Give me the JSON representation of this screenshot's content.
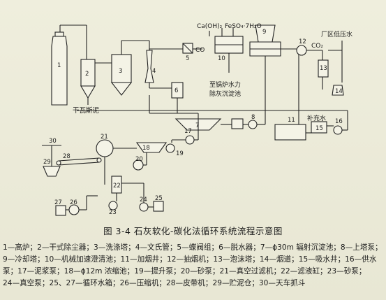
{
  "labels": {
    "ganwa": "干瓦斯泥",
    "caoh2": "Ca(OH)₂",
    "feso4": "FeSO₄·7H₂O",
    "co": "CO",
    "co2": "CO₂",
    "factory_water": "厂区低压水",
    "boiler_line1": "至锅炉水力",
    "boiler_line2": "除灰沉淀池",
    "makeup_water": "补充水"
  },
  "numbers": [
    "1",
    "2",
    "3",
    "4",
    "5",
    "6",
    "7",
    "8",
    "9",
    "10",
    "11",
    "12",
    "13",
    "14",
    "15",
    "16",
    "17",
    "18",
    "19",
    "20",
    "21",
    "22",
    "23",
    "24",
    "25",
    "26",
    "27",
    "28",
    "29",
    "30"
  ],
  "caption": "图 3-4   石灰软化-碳化法循环系统流程示意图",
  "legend_lines": [
    "1—高炉；2—干式除尘器；3—洗涤塔；4—文氏管；5—蝶阀组；6—脱水器；7—ϕ30m 辐射沉淀池；8—上塔泵；",
    "9—冷却塔；10—机械加速澄清池；11—加烟井；12—抽烟机；13—泡沫塔；14—烟道；15—吸水井；16—供水",
    "泵；17—泥浆泵；18—ϕ12m 浓缩池；19—提升泵；20—砂泵；21—真空过滤机；22—滤液缸；23—砂泵；",
    "24—真空泵；25、27—循环水箱；26—压缩机；28—皮带机；29—贮泥仓；30—天车抓斗"
  ]
}
